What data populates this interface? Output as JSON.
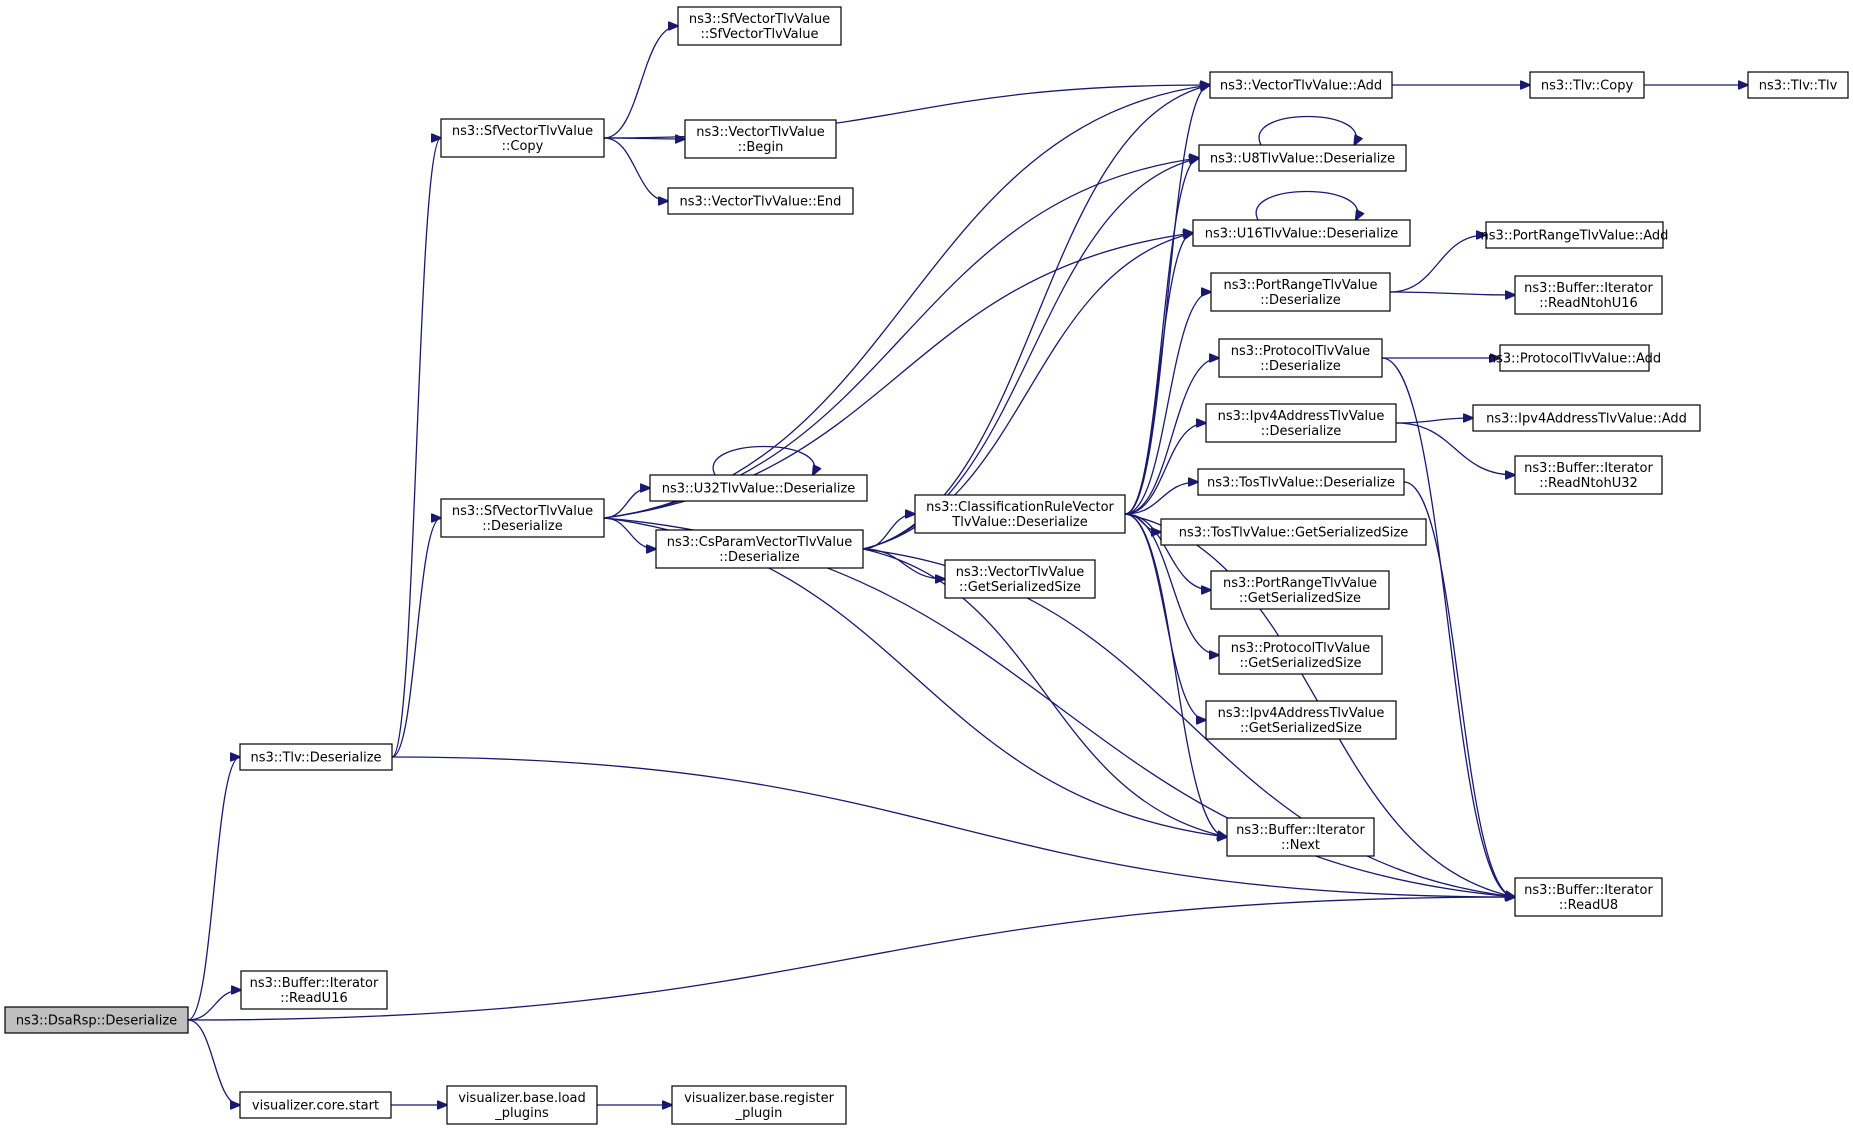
{
  "colors": {
    "edge": "#191970",
    "node_border": "#000000",
    "root_fill": "#bfbfbf",
    "node_fill": "#ffffff"
  },
  "nodes": {
    "dsarsp": {
      "lines": [
        "ns3::DsaRsp::Deserialize"
      ],
      "root": true
    },
    "tlvdes": {
      "lines": [
        "ns3::Tlv::Deserialize"
      ]
    },
    "readu16": {
      "lines": [
        "ns3::Buffer::Iterator",
        "::ReadU16"
      ]
    },
    "corestart": {
      "lines": [
        "visualizer.core.start"
      ]
    },
    "loadplugins": {
      "lines": [
        "visualizer.base.load",
        "_plugins"
      ]
    },
    "registerplugin": {
      "lines": [
        "visualizer.base.register",
        "_plugin"
      ]
    },
    "sfcopy": {
      "lines": [
        "ns3::SfVectorTlvValue",
        "::Copy"
      ]
    },
    "sfctor": {
      "lines": [
        "ns3::SfVectorTlvValue",
        "::SfVectorTlvValue"
      ]
    },
    "vbegin": {
      "lines": [
        "ns3::VectorTlvValue",
        "::Begin"
      ]
    },
    "vend": {
      "lines": [
        "ns3::VectorTlvValue::End"
      ]
    },
    "vadd": {
      "lines": [
        "ns3::VectorTlvValue::Add"
      ]
    },
    "tlvcopy": {
      "lines": [
        "ns3::Tlv::Copy"
      ]
    },
    "tlvtlv": {
      "lines": [
        "ns3::Tlv::Tlv"
      ]
    },
    "u8des": {
      "lines": [
        "ns3::U8TlvValue::Deserialize"
      ]
    },
    "u16des": {
      "lines": [
        "ns3::U16TlvValue::Deserialize"
      ]
    },
    "sfdes": {
      "lines": [
        "ns3::SfVectorTlvValue",
        "::Deserialize"
      ]
    },
    "u32des": {
      "lines": [
        "ns3::U32TlvValue::Deserialize"
      ]
    },
    "csdes": {
      "lines": [
        "ns3::CsParamVectorTlvValue",
        "::Deserialize"
      ]
    },
    "crdes": {
      "lines": [
        "ns3::ClassificationRuleVector",
        "TlvValue::Deserialize"
      ]
    },
    "vgetsize": {
      "lines": [
        "ns3::VectorTlvValue",
        "::GetSerializedSize"
      ]
    },
    "prdes": {
      "lines": [
        "ns3::PortRangeTlvValue",
        "::Deserialize"
      ]
    },
    "pradd": {
      "lines": [
        "ns3::PortRangeTlvValue::Add"
      ]
    },
    "readntohu16": {
      "lines": [
        "ns3::Buffer::Iterator",
        "::ReadNtohU16"
      ]
    },
    "protdes": {
      "lines": [
        "ns3::ProtocolTlvValue",
        "::Deserialize"
      ]
    },
    "protadd": {
      "lines": [
        "ns3::ProtocolTlvValue::Add"
      ]
    },
    "ipv4des": {
      "lines": [
        "ns3::Ipv4AddressTlvValue",
        "::Deserialize"
      ]
    },
    "ipv4add": {
      "lines": [
        "ns3::Ipv4AddressTlvValue::Add"
      ]
    },
    "readntohu32": {
      "lines": [
        "ns3::Buffer::Iterator",
        "::ReadNtohU32"
      ]
    },
    "tosdes": {
      "lines": [
        "ns3::TosTlvValue::Deserialize"
      ]
    },
    "tosgetsize": {
      "lines": [
        "ns3::TosTlvValue::GetSerializedSize"
      ]
    },
    "prgetsize": {
      "lines": [
        "ns3::PortRangeTlvValue",
        "::GetSerializedSize"
      ]
    },
    "protgetsize": {
      "lines": [
        "ns3::ProtocolTlvValue",
        "::GetSerializedSize"
      ]
    },
    "ipv4getsize": {
      "lines": [
        "ns3::Ipv4AddressTlvValue",
        "::GetSerializedSize"
      ]
    },
    "next": {
      "lines": [
        "ns3::Buffer::Iterator",
        "::Next"
      ]
    },
    "readu8": {
      "lines": [
        "ns3::Buffer::Iterator",
        "::ReadU8"
      ]
    }
  },
  "edges": [
    [
      "dsarsp",
      "tlvdes"
    ],
    [
      "dsarsp",
      "readu16"
    ],
    [
      "dsarsp",
      "corestart"
    ],
    [
      "dsarsp",
      "readu8"
    ],
    [
      "corestart",
      "loadplugins"
    ],
    [
      "loadplugins",
      "registerplugin"
    ],
    [
      "tlvdes",
      "sfcopy"
    ],
    [
      "tlvdes",
      "sfdes"
    ],
    [
      "tlvdes",
      "readu8"
    ],
    [
      "sfcopy",
      "sfctor"
    ],
    [
      "sfcopy",
      "vbegin"
    ],
    [
      "sfcopy",
      "vend"
    ],
    [
      "sfcopy",
      "vadd"
    ],
    [
      "vadd",
      "tlvcopy"
    ],
    [
      "tlvcopy",
      "tlvtlv"
    ],
    [
      "sfdes",
      "vadd"
    ],
    [
      "sfdes",
      "u8des"
    ],
    [
      "sfdes",
      "u16des"
    ],
    [
      "sfdes",
      "u32des"
    ],
    [
      "sfdes",
      "csdes"
    ],
    [
      "sfdes",
      "next"
    ],
    [
      "sfdes",
      "readu8"
    ],
    [
      "u8des",
      "u8des"
    ],
    [
      "u16des",
      "u16des"
    ],
    [
      "u32des",
      "u32des"
    ],
    [
      "csdes",
      "vadd"
    ],
    [
      "csdes",
      "u8des"
    ],
    [
      "csdes",
      "u16des"
    ],
    [
      "csdes",
      "crdes"
    ],
    [
      "csdes",
      "vgetsize"
    ],
    [
      "csdes",
      "next"
    ],
    [
      "csdes",
      "readu8"
    ],
    [
      "crdes",
      "vadd"
    ],
    [
      "crdes",
      "u8des"
    ],
    [
      "crdes",
      "u16des"
    ],
    [
      "crdes",
      "prdes"
    ],
    [
      "crdes",
      "protdes"
    ],
    [
      "crdes",
      "ipv4des"
    ],
    [
      "crdes",
      "tosdes"
    ],
    [
      "crdes",
      "tosgetsize"
    ],
    [
      "crdes",
      "prgetsize"
    ],
    [
      "crdes",
      "protgetsize"
    ],
    [
      "crdes",
      "ipv4getsize"
    ],
    [
      "crdes",
      "next"
    ],
    [
      "crdes",
      "readu8"
    ],
    [
      "prdes",
      "pradd"
    ],
    [
      "prdes",
      "readntohu16"
    ],
    [
      "protdes",
      "protadd"
    ],
    [
      "protdes",
      "readu8"
    ],
    [
      "ipv4des",
      "ipv4add"
    ],
    [
      "ipv4des",
      "readntohu32"
    ],
    [
      "tosdes",
      "readu8"
    ]
  ]
}
